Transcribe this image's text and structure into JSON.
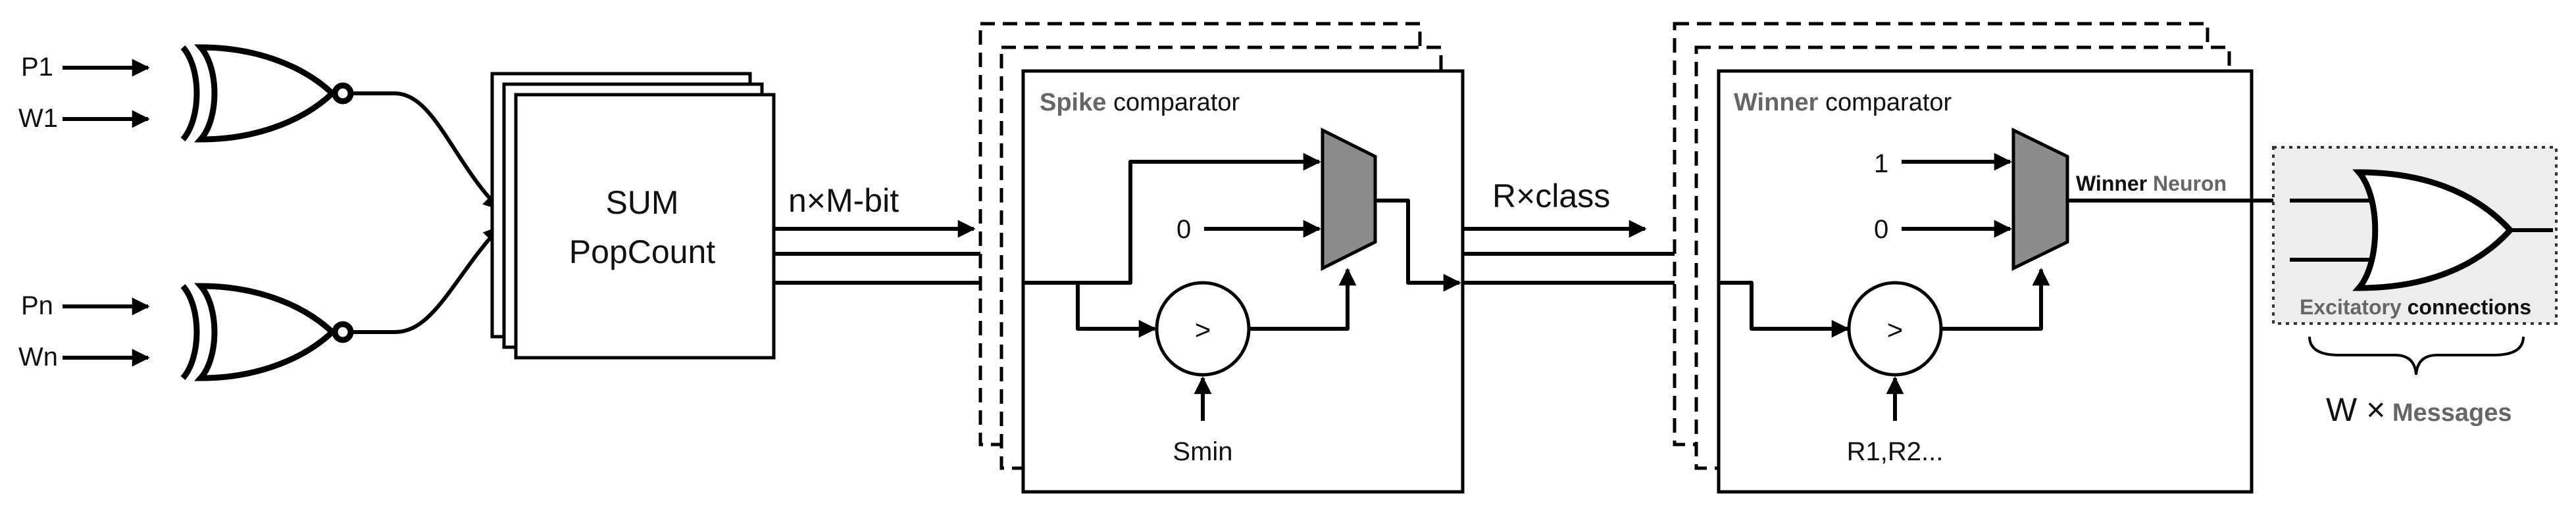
{
  "inputs": {
    "p1": "P1",
    "w1": "W1",
    "pn": "Pn",
    "wn": "Wn"
  },
  "sum_block": {
    "line1": "SUM",
    "line2": "PopCount"
  },
  "bus_labels": {
    "nxm": "n×M-bit",
    "rxclass": "R×class"
  },
  "spike": {
    "title_bold": "Spike",
    "title_rest": " comparator",
    "mux_in": "0",
    "comparator_symbol": ">",
    "threshold": "Smin"
  },
  "winner": {
    "title_bold": "Winner",
    "title_rest": " comparator",
    "mux_in_top": "1",
    "mux_in_bottom": "0",
    "comparator_symbol": ">",
    "threshold": "R1,R2...",
    "output_bold": "Winner",
    "output_grey": " Neuron"
  },
  "excitatory": {
    "label_grey": "Excitatory",
    "label_bold": " connections"
  },
  "messages": {
    "w_x": "W ×",
    "word": " Messages"
  }
}
